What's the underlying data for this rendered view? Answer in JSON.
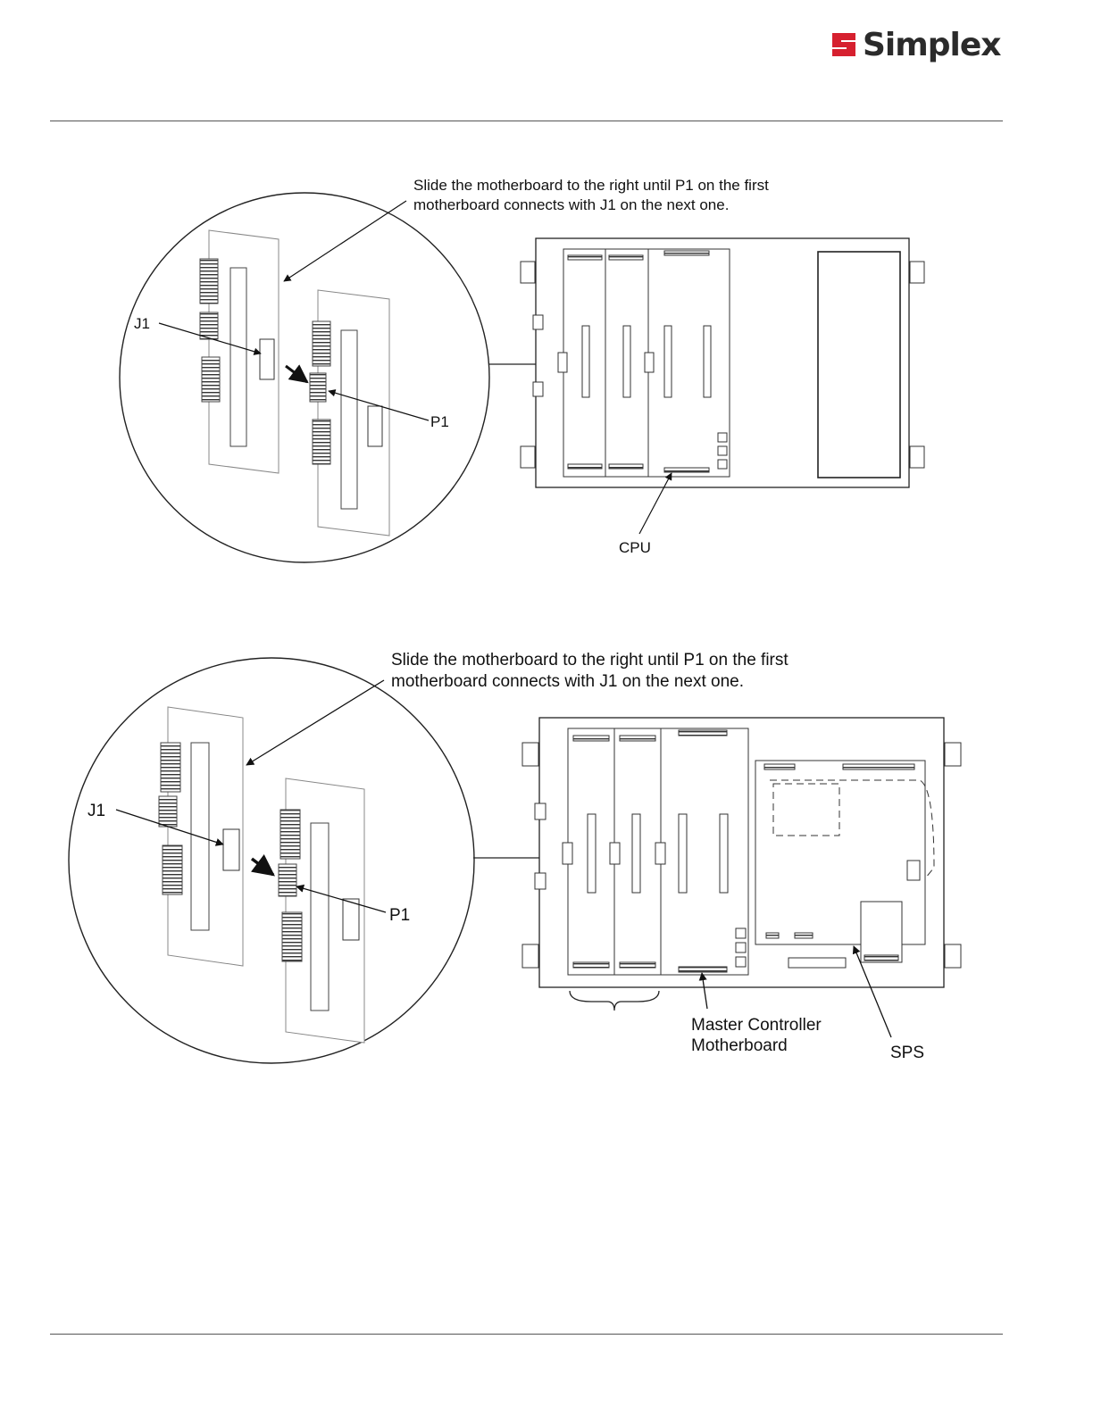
{
  "header": {
    "brand_name": "Simplex"
  },
  "figures": [
    {
      "caption": [
        "Slide the motherboard to the right until P1 on the first",
        "motherboard connects with J1 on the next one."
      ],
      "labels": {
        "j1": "J1",
        "p1": "P1",
        "cpu": "CPU"
      }
    },
    {
      "caption": [
        "Slide the motherboard to the right until P1 on the first",
        "motherboard connects with J1 on the next one."
      ],
      "labels": {
        "j1": "J1",
        "p1": "P1",
        "master": [
          "Master Controller",
          "Motherboard"
        ],
        "sps": "SPS"
      }
    }
  ],
  "colors": {
    "brand_red": "#d6202f",
    "line": "#222222"
  }
}
